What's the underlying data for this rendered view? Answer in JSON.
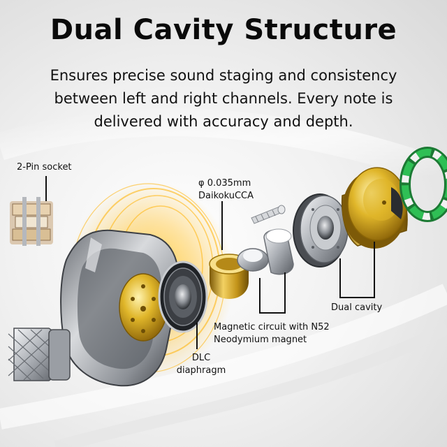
{
  "title": "Dual Cavity Structure",
  "subtitle_lines": [
    "Ensures precise sound staging and consistency",
    "between left and right channels. Every note is",
    "delivered with accuracy and depth."
  ],
  "labels": {
    "pin_socket": "2-Pin socket",
    "wire_line1": "φ 0.035mm",
    "wire_line2": "DaikokuCCA",
    "magnet_line1": "Magnetic circuit with N52",
    "magnet_line2": "Neodymium magnet",
    "dlc_line1": "DLC",
    "dlc_line2": "diaphragm",
    "dual_cavity": "Dual cavity"
  },
  "colors": {
    "gold": "#d4a820",
    "silver": "#b8bcc2",
    "green": "#2aa84a",
    "text": "#111111"
  }
}
